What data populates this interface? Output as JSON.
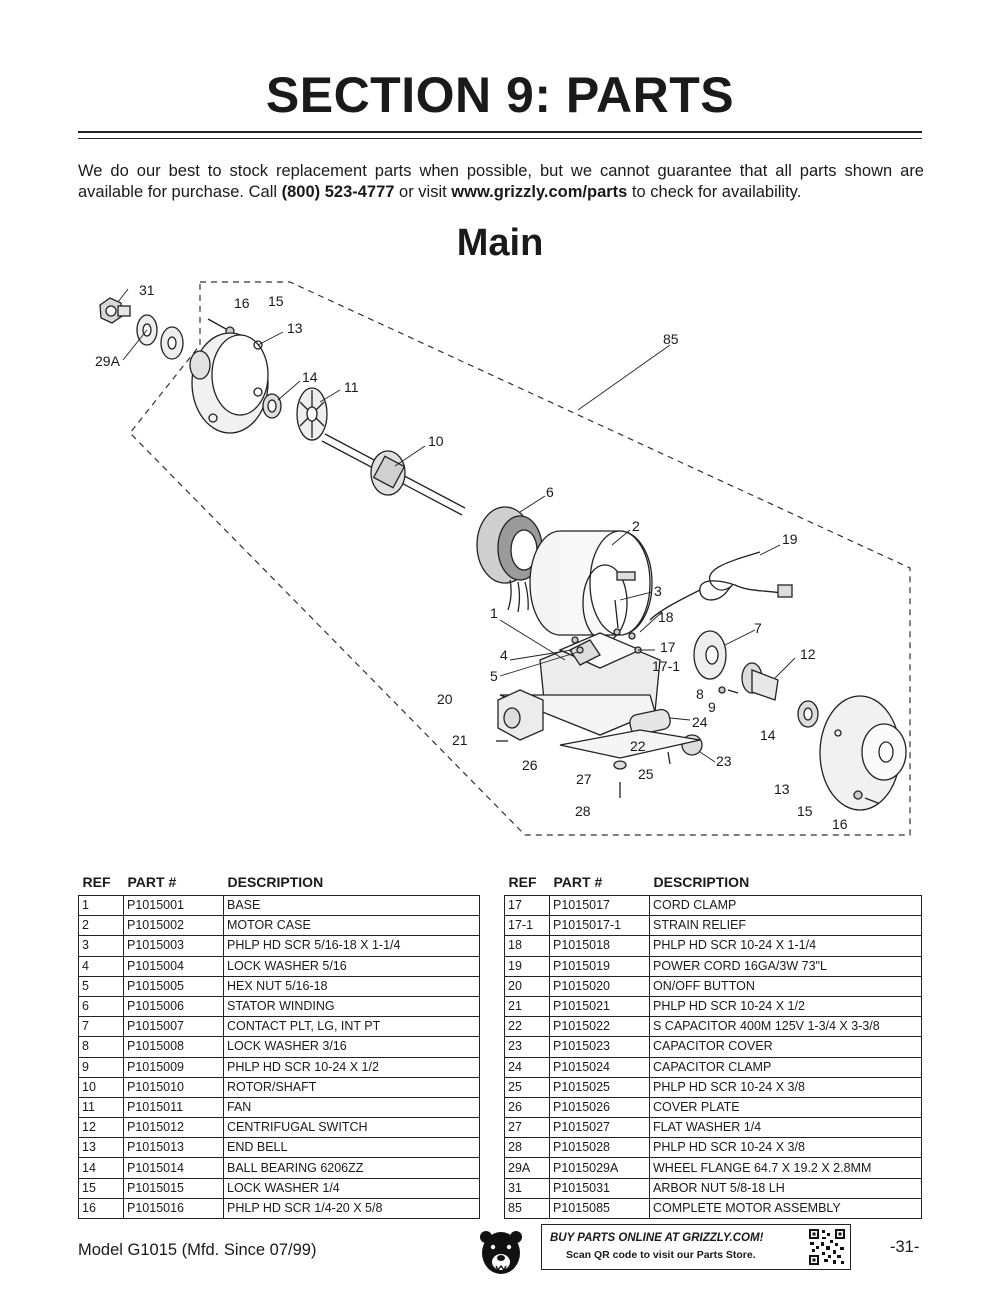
{
  "page": {
    "title": "SECTION 9: PARTS",
    "intro_1": "We do our best to stock replacement parts when possible, but we cannot guarantee that all parts shown are available for purchase. Call ",
    "phone": "(800) 523-4777",
    "intro_2": " or visit ",
    "url": "www.grizzly.com/parts",
    "intro_3": " to check for availability.",
    "subtitle": "Main"
  },
  "diagram": {
    "callouts": [
      "31",
      "16",
      "15",
      "13",
      "29A",
      "14",
      "11",
      "85",
      "10",
      "6",
      "2",
      "19",
      "3",
      "18",
      "1",
      "7",
      "17",
      "4",
      "17-1",
      "12",
      "5",
      "8",
      "9",
      "20",
      "24",
      "14",
      "22",
      "21",
      "23",
      "26",
      "25",
      "27",
      "13",
      "15",
      "28",
      "16"
    ]
  },
  "table_headers": {
    "ref": "REF",
    "part": "PART #",
    "desc": "DESCRIPTION"
  },
  "parts_left": [
    [
      "1",
      "P1015001",
      "BASE"
    ],
    [
      "2",
      "P1015002",
      "MOTOR CASE"
    ],
    [
      "3",
      "P1015003",
      "PHLP HD SCR 5/16-18 X 1-1/4"
    ],
    [
      "4",
      "P1015004",
      "LOCK WASHER 5/16"
    ],
    [
      "5",
      "P1015005",
      "HEX NUT 5/16-18"
    ],
    [
      "6",
      "P1015006",
      "STATOR WINDING"
    ],
    [
      "7",
      "P1015007",
      "CONTACT PLT, LG, INT PT"
    ],
    [
      "8",
      "P1015008",
      "LOCK WASHER 3/16"
    ],
    [
      "9",
      "P1015009",
      "PHLP HD SCR 10-24 X 1/2"
    ],
    [
      "10",
      "P1015010",
      "ROTOR/SHAFT"
    ],
    [
      "11",
      "P1015011",
      "FAN"
    ],
    [
      "12",
      "P1015012",
      "CENTRIFUGAL SWITCH"
    ],
    [
      "13",
      "P1015013",
      "END BELL"
    ],
    [
      "14",
      "P1015014",
      "BALL BEARING 6206ZZ"
    ],
    [
      "15",
      "P1015015",
      "LOCK WASHER 1/4"
    ],
    [
      "16",
      "P1015016",
      "PHLP HD SCR 1/4-20 X 5/8"
    ]
  ],
  "parts_right": [
    [
      "17",
      "P1015017",
      "CORD CLAMP"
    ],
    [
      "17-1",
      "P1015017-1",
      "STRAIN RELIEF"
    ],
    [
      "18",
      "P1015018",
      "PHLP HD SCR 10-24 X 1-1/4"
    ],
    [
      "19",
      "P1015019",
      "POWER CORD 16GA/3W 73\"L"
    ],
    [
      "20",
      "P1015020",
      "ON/OFF BUTTON"
    ],
    [
      "21",
      "P1015021",
      "PHLP HD SCR 10-24 X 1/2"
    ],
    [
      "22",
      "P1015022",
      "S CAPACITOR 400M 125V 1-3/4 X 3-3/8"
    ],
    [
      "23",
      "P1015023",
      "CAPACITOR COVER"
    ],
    [
      "24",
      "P1015024",
      "CAPACITOR CLAMP"
    ],
    [
      "25",
      "P1015025",
      "PHLP HD SCR 10-24 X 3/8"
    ],
    [
      "26",
      "P1015026",
      "COVER PLATE"
    ],
    [
      "27",
      "P1015027",
      "FLAT WASHER 1/4"
    ],
    [
      "28",
      "P1015028",
      "PHLP HD SCR 10-24 X 3/8"
    ],
    [
      "29A",
      "P1015029A",
      "WHEEL FLANGE 64.7 X 19.2 X 2.8MM"
    ],
    [
      "31",
      "P1015031",
      "ARBOR NUT 5/8-18 LH"
    ],
    [
      "85",
      "P1015085",
      "COMPLETE MOTOR ASSEMBLY"
    ]
  ],
  "footer": {
    "model": "Model G1015 (Mfd. Since 07/99)",
    "page_number": "-31-",
    "promo_line1": "BUY PARTS ONLINE AT GRIZZLY.COM!",
    "promo_line2": "Scan QR code to visit our Parts Store."
  }
}
